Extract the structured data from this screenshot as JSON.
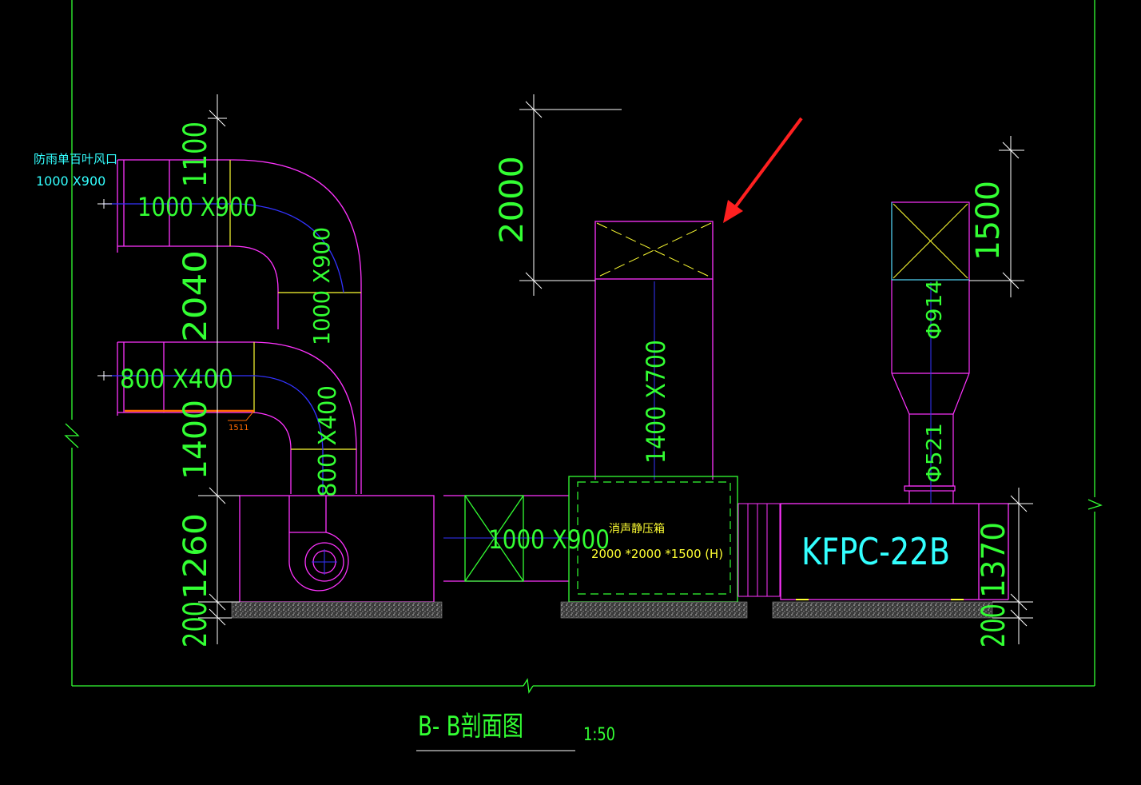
{
  "drawing": {
    "title": "B- B剖面图",
    "scale": "1:50"
  },
  "labels": {
    "louver_name": "防雨单百叶风口",
    "louver_size": "1000 X900",
    "duct_upper": "1000 X900",
    "duct_upper_vertical": "1000 X900",
    "duct_lower": "800 X400",
    "duct_lower_vertical": "800 X400",
    "duct_connect": "1000 X900",
    "duct_riser": "1400 X700",
    "box_name": "消声静压箱",
    "box_size": "2000 *2000 *1500 (H)",
    "unit_name": "KFPC-22B",
    "dia_upper": "Φ914",
    "dia_lower": "Φ521",
    "tag_small": "1511"
  },
  "dimensions": {
    "left_1100": "1100",
    "left_2040": "2040",
    "left_1400": "1400",
    "left_1260": "1260",
    "left_200": "200",
    "top_2000": "2000",
    "right_1500": "1500",
    "right_1370": "1370",
    "right_200": "200"
  },
  "colors": {
    "background": "#000000",
    "frame": "#33ff33",
    "duct": "#ff33ff",
    "centerline": "#3333ff",
    "text_cyan": "#33ffff",
    "accent_yellow": "#ffff33",
    "marker_red": "#ff2020",
    "orange": "#ff6a00"
  }
}
